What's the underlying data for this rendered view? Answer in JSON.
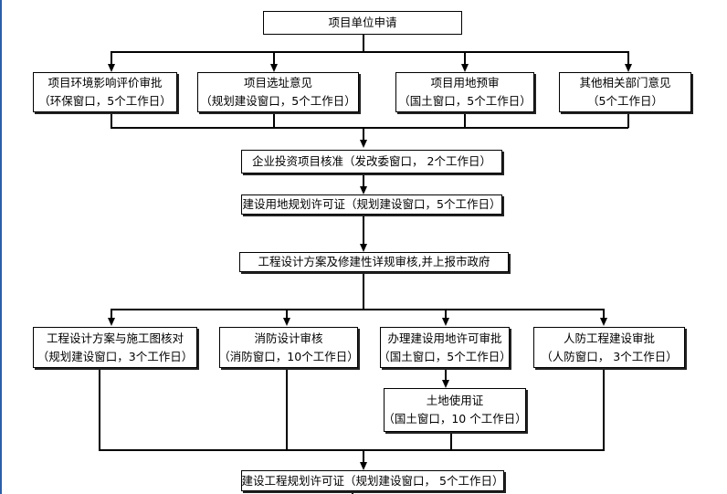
{
  "flow": {
    "n1": "项目单位申请",
    "n2a_title": "项目环境影响评价审批",
    "n2a_sub": "（环保窗口，5个工作日）",
    "n2b_title": "项目选址意见",
    "n2b_sub": "（规划建设窗口，5个工作日）",
    "n2c_title": "项目用地预审",
    "n2c_sub": "（国土窗口，5个工作日）",
    "n2d_title": "其他相关部门意见",
    "n2d_sub": "（5个工作日）",
    "n3": "企业投资项目核准（发改委窗口， 2个工作日）",
    "n4": "建设用地规划许可证（规划建设窗口，5个工作日）",
    "n5": "工程设计方案及修建性详规审核,并上报市政府",
    "n6a_title": "工程设计方案与施工图核对",
    "n6a_sub": "（规划建设窗口，3个工作日）",
    "n6b_title": "消防设计审核",
    "n6b_sub": "（消防窗口，10个工作日）",
    "n6c_title": "办理建设用地许可审批",
    "n6c_sub": "（国土窗口，5个工作日）",
    "n6d_title": "人防工程建设审批",
    "n6d_sub": "（人防窗口， 3个工作日）",
    "n7_title": "土地使用证",
    "n7_sub": "（国土窗口，10 个工作日）",
    "n8": "建设工程规划许可证（规划建设窗口， 5个工作日）"
  }
}
